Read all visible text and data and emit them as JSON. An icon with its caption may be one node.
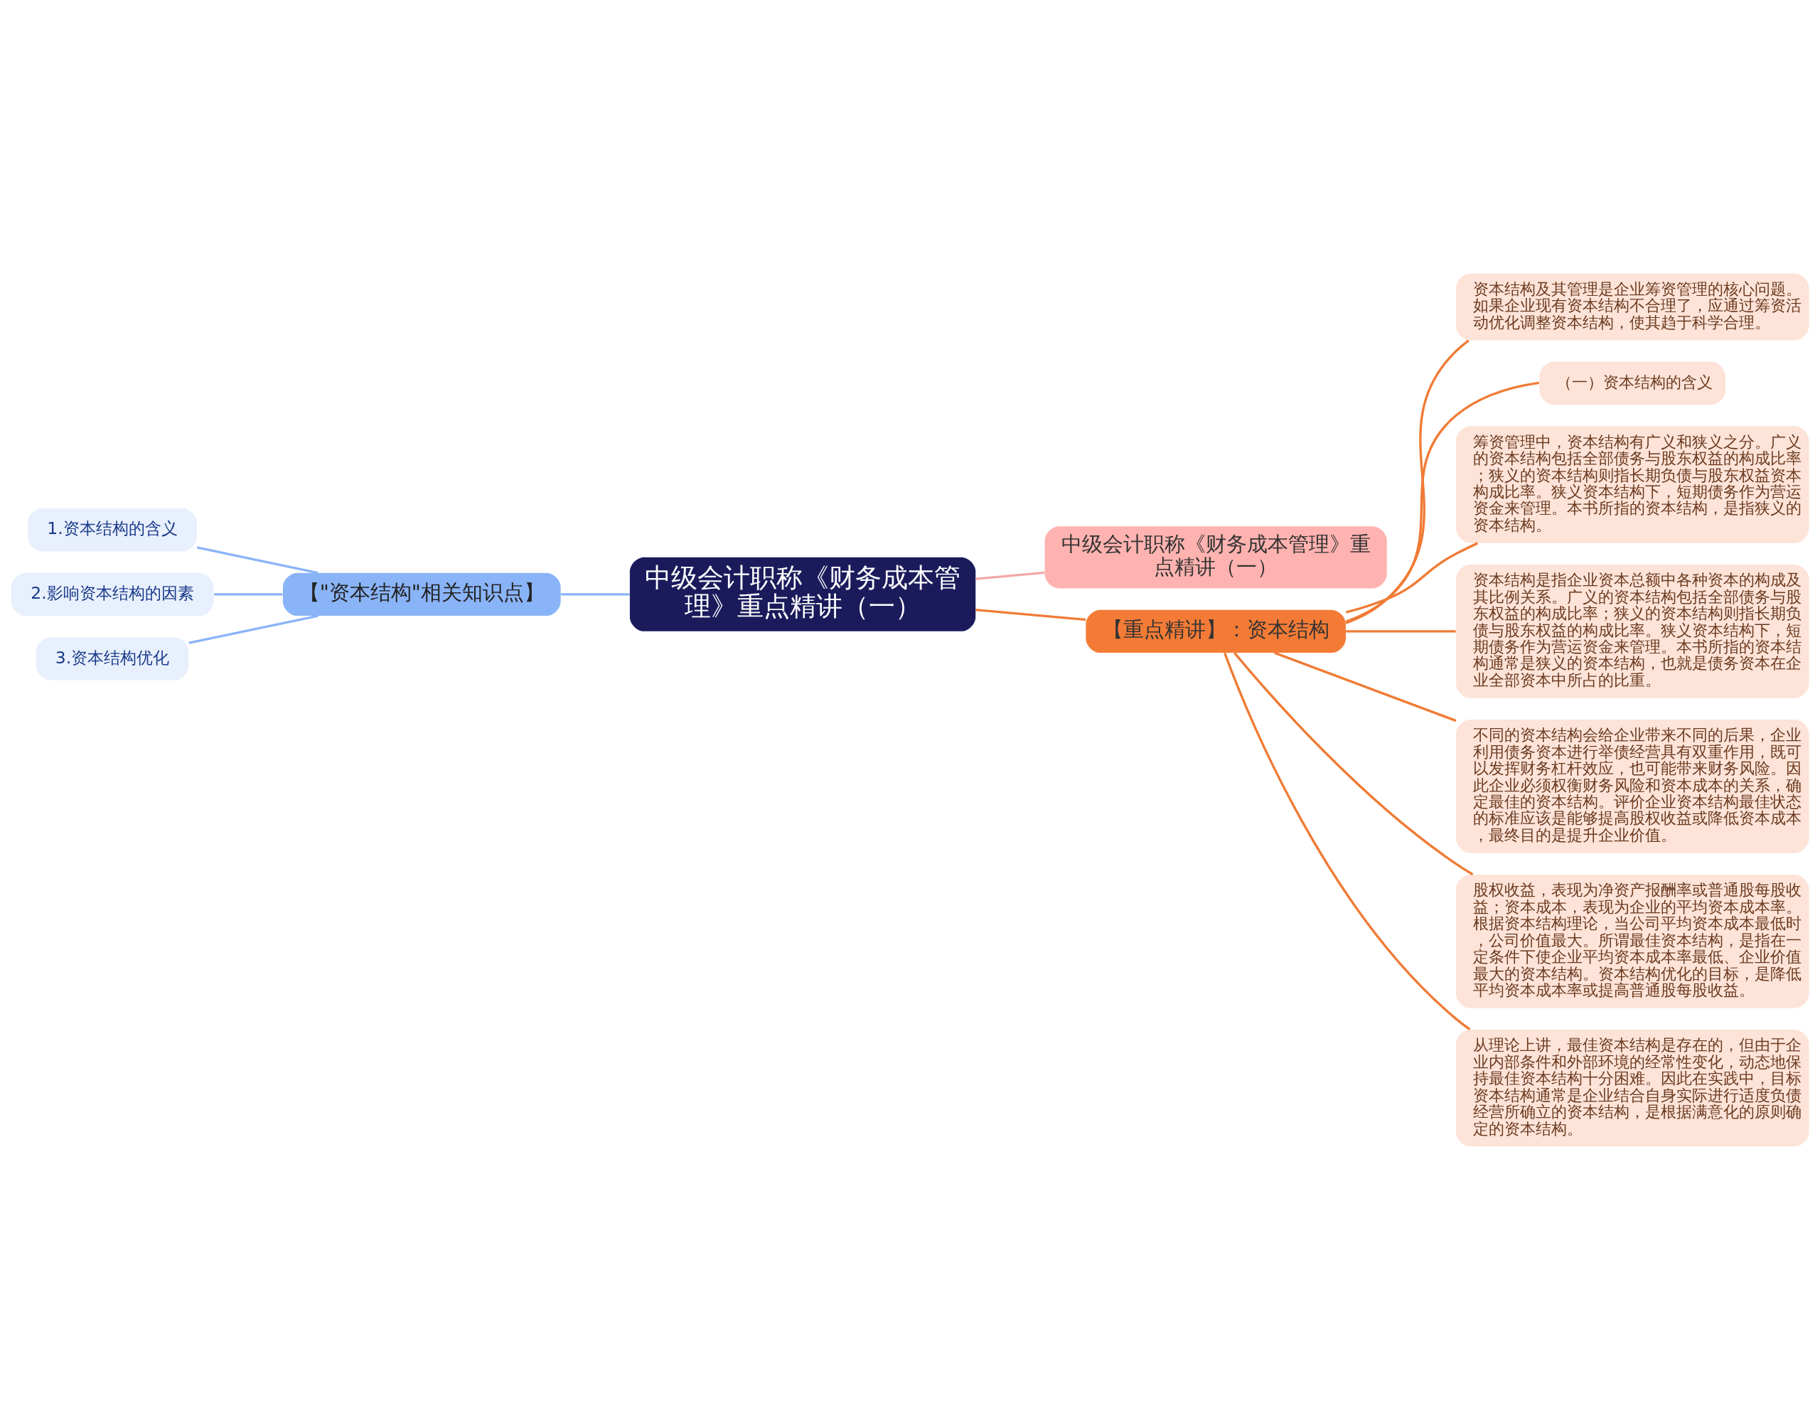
{
  "diagram": {
    "nodes": [
      {
        "text": [
          "中级会计职称《财务成本管理》重点精讲（一）"
        ]
      },
      {
        "text": [
          "中级会计职称《财务成本管理》重点精讲（一）"
        ]
      },
      {
        "text": [
          "【重点精讲】：资本结构"
        ]
      },
      {
        "text": [
          "资本结构及其管理是企业筹资管理的核心问题。如果企业现有资本结构不合理了，应通过筹资活动优化调整资本结构，使其趋于科学合理。"
        ]
      },
      {
        "text": [
          "（一）资本结构的含义"
        ]
      },
      {
        "text": [
          "筹资管理中，资本结构有广义和狭义之分。广义的资本结构包括全部债务与股东权益的构成比率；狭义的资本结构则指长期负债与股东权益资本构成比率。狭义资本结构下，短期债务作为营运资金来管理。本书所指的资本结构，是指狭义的资本结构。"
        ]
      },
      {
        "text": [
          "资本结构是指企业资本总额中各种资本的构成及其比例关系。广义的资本结构包括全部债务与股东权益的构成比率；狭义的资本结构则指长期负债与股东权益的构成比率。狭义资本结构下，短期债务作为营运资金来管理。本书所指的资本结构通常是狭义的资本结构，也就是债务资本在企业全部资本中所占的比重。"
        ]
      },
      {
        "text": [
          "不同的资本结构会给企业带来不同的后果，企业利用债务资本进行举债经营具有双重作用，既可以发挥财务杠杆效应，也可能带来财务风险。因此企业必须权衡财务风险和资本成本的关系，确定最佳的资本结构。评价企业资本结构最佳状态的标准应该是能够提高股权收益或降低资本成本，最终目的是提升企业价值。"
        ]
      },
      {
        "text": [
          "股权收益，表现为净资产报酬率或普通股每股收益；资本成本，表现为企业的平均资本成本率。根据资本结构理论，当公司平均资本成本最低时，公司价值最大。所谓最佳资本结构，是指在一定条件下使企业平均资本成本率最低、企业价值最大的资本结构。资本结构优化的目标，是降低平均资本成本率或提高普通股每股收益。"
        ]
      },
      {
        "text": [
          "从理论上讲，最佳资本结构是存在的，但由于企业内部条件和外部环境的经常性变化，动态地保持最佳资本结构十分困难。因此在实践中，目标资本结构通常是企业结合自身实际进行适度负债经营所确立的资本结构，是根据满意化的原则确定的资本结构。"
        ]
      },
      {
        "text": [
          "【\"资本结构\"相关知识点】"
        ]
      },
      {
        "text": [
          "1.资本结构的含义"
        ]
      },
      {
        "text": [
          "2.影响资本结构的因素"
        ]
      },
      {
        "text": [
          "3.资本结构优化"
        ]
      }
    ],
    "edges": [
      {
        "from": 0,
        "to": 1,
        "arrow": "none",
        "color": "#f0a8a8"
      },
      {
        "from": 0,
        "to": 2,
        "arrow": "none"
      },
      {
        "from": 2,
        "to": 3,
        "arrow": "none"
      },
      {
        "from": 2,
        "to": 4,
        "arrow": "none"
      },
      {
        "from": 2,
        "to": 5,
        "arrow": "none"
      },
      {
        "from": 2,
        "to": 6,
        "arrow": "none"
      },
      {
        "from": 2,
        "to": 7,
        "arrow": "none"
      },
      {
        "from": 2,
        "to": 8,
        "arrow": "none"
      },
      {
        "from": 2,
        "to": 9,
        "arrow": "none"
      },
      {
        "from": 0,
        "to": 10,
        "arrow": "none",
        "color": "#8ab4f8"
      },
      {
        "from": 10,
        "to": 11,
        "arrow": "none",
        "color": "#8ab4f8"
      },
      {
        "from": 10,
        "to": 12,
        "arrow": "none",
        "color": "#8ab4f8"
      },
      {
        "from": 10,
        "to": 13,
        "arrow": "none",
        "color": "#8ab4f8"
      }
    ]
  }
}
